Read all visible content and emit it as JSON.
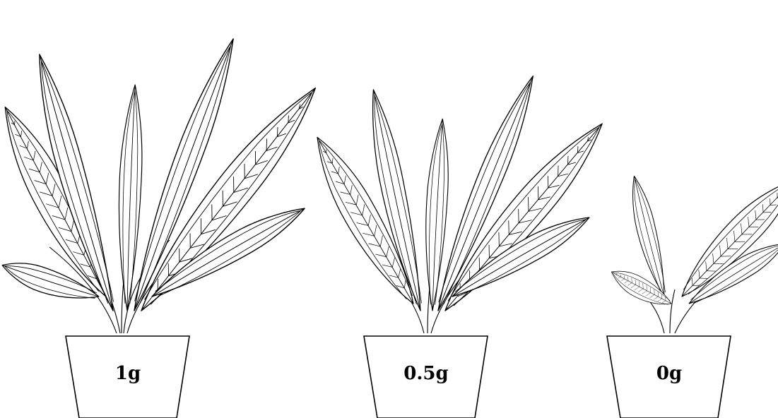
{
  "plants": [
    {
      "label": "1g"
    },
    {
      "label": "0.5g"
    },
    {
      "label": "0g"
    }
  ],
  "colors": {
    "stroke": "#000000",
    "background": "#ffffff"
  }
}
